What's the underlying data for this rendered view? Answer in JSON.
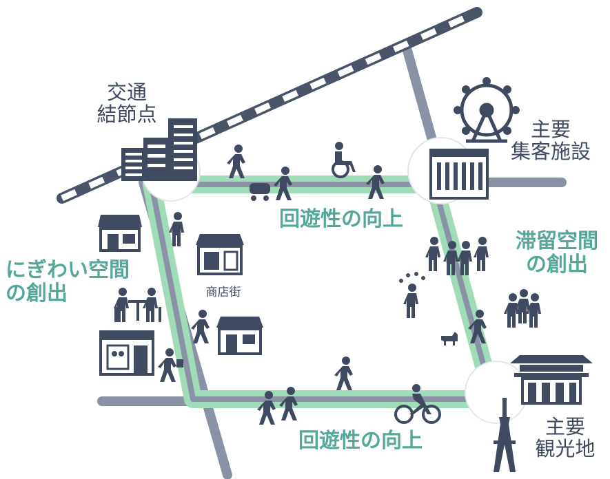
{
  "labels": {
    "transport_hub": "交通\n結節点",
    "main_facility": "主要\n集客施設",
    "loop_top": "回遊性の向上",
    "stay_space": "滞留空間\nの創出",
    "vibrant_space": "にぎわい空間\nの創出",
    "shopping_street": "商店街",
    "loop_bottom": "回遊性の向上",
    "main_tourist_site": "主要\n観光地"
  },
  "colors": {
    "navy": "#3f4a60",
    "teal_text": "#55a79a",
    "green_route": "#9fdcb7",
    "road_gray": "#8a93a6",
    "rail_dark": "#4a5468"
  },
  "icons": [
    "train-track-icon",
    "office-building-icon",
    "ferris-wheel-icon",
    "facility-building-icon",
    "shop-icon",
    "cafe-table-icon",
    "restaurant-icon",
    "tower-icon",
    "temple-icon",
    "walking-person-icon",
    "stroller-person-icon",
    "wheelchair-icon",
    "family-icon",
    "juggler-icon",
    "group-people-icon",
    "dog-walker-icon",
    "cyclist-icon"
  ]
}
